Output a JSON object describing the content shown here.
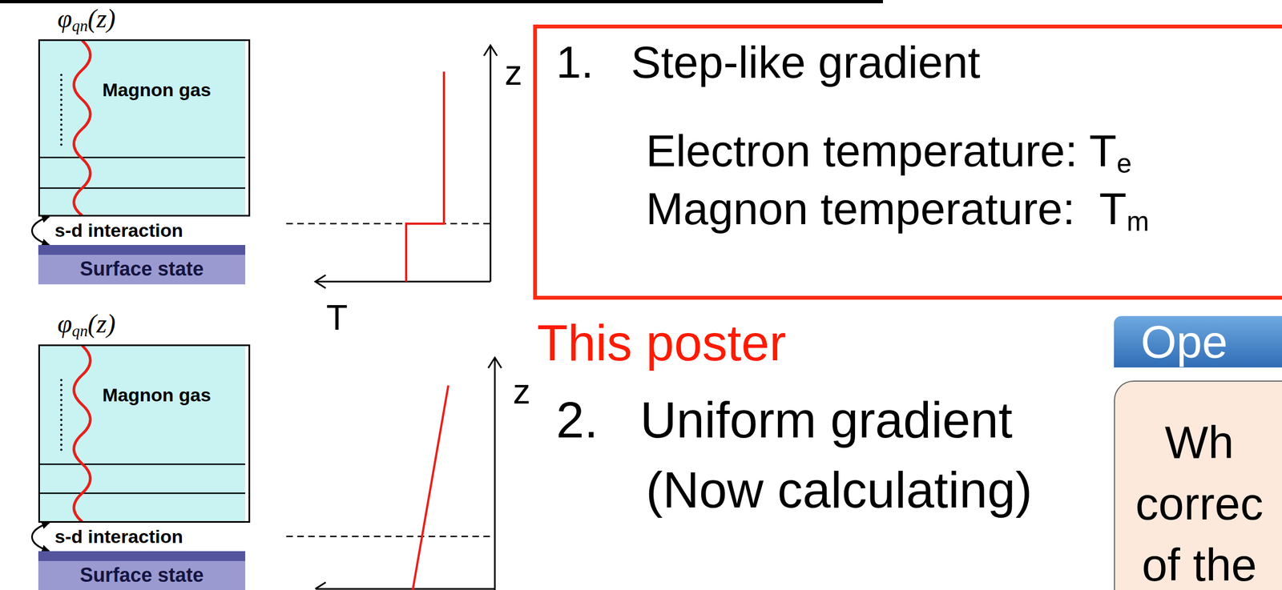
{
  "diagram": {
    "nodes": [
      {
        "text": [
          "Magnon gas"
        ]
      },
      {
        "text": [
          "Surface state"
        ]
      },
      {
        "text": [
          "1.   Step-like gradient",
          "Electron temperature: Te",
          "Magnon temperature:  Tm"
        ]
      },
      {
        "text": [
          "Magnon gas"
        ]
      },
      {
        "text": [
          "Surface state"
        ]
      },
      {
        "text": [
          "Ope"
        ]
      },
      {
        "text": [
          "Wh correc of the"
        ]
      }
    ],
    "edges": [
      {
        "from": 0,
        "to": 1,
        "arrow": "both",
        "label": "s-d interaction"
      },
      {
        "from": 3,
        "to": 4,
        "arrow": "both",
        "label": "s-d interaction"
      }
    ],
    "labels": [
      "φqn(z)",
      "z",
      "T",
      "This poster",
      "φqn(z)",
      "z",
      "2.   Uniform gradient",
      "(Now calculating)"
    ]
  }
}
